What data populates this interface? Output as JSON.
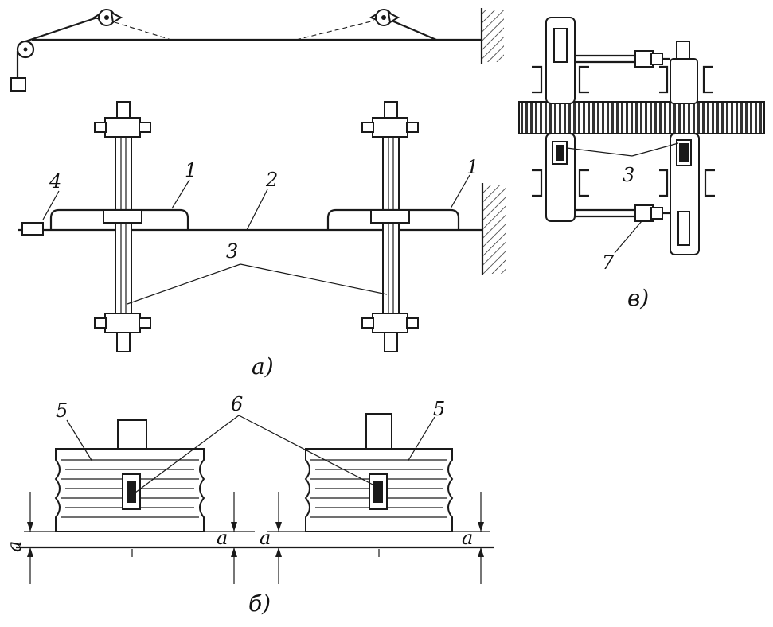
{
  "labels": {
    "l1a": "1",
    "l1b": "1",
    "l2": "2",
    "l3a": "3",
    "l3v": "3",
    "l4": "4",
    "l5a": "5",
    "l5b": "5",
    "l6": "6",
    "l7": "7",
    "gap": "a"
  },
  "captions": {
    "a": "a)",
    "b": "б)",
    "v": "в)"
  }
}
